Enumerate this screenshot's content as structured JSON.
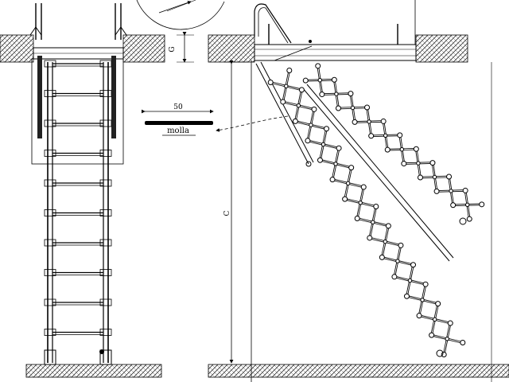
{
  "labels": {
    "spring_dimension": "50",
    "spring_name": "molla",
    "dim_g": "G",
    "dim_c": "C"
  },
  "colors": {
    "ink": "#000000",
    "hatch": "#333333",
    "paper": "#ffffff"
  }
}
